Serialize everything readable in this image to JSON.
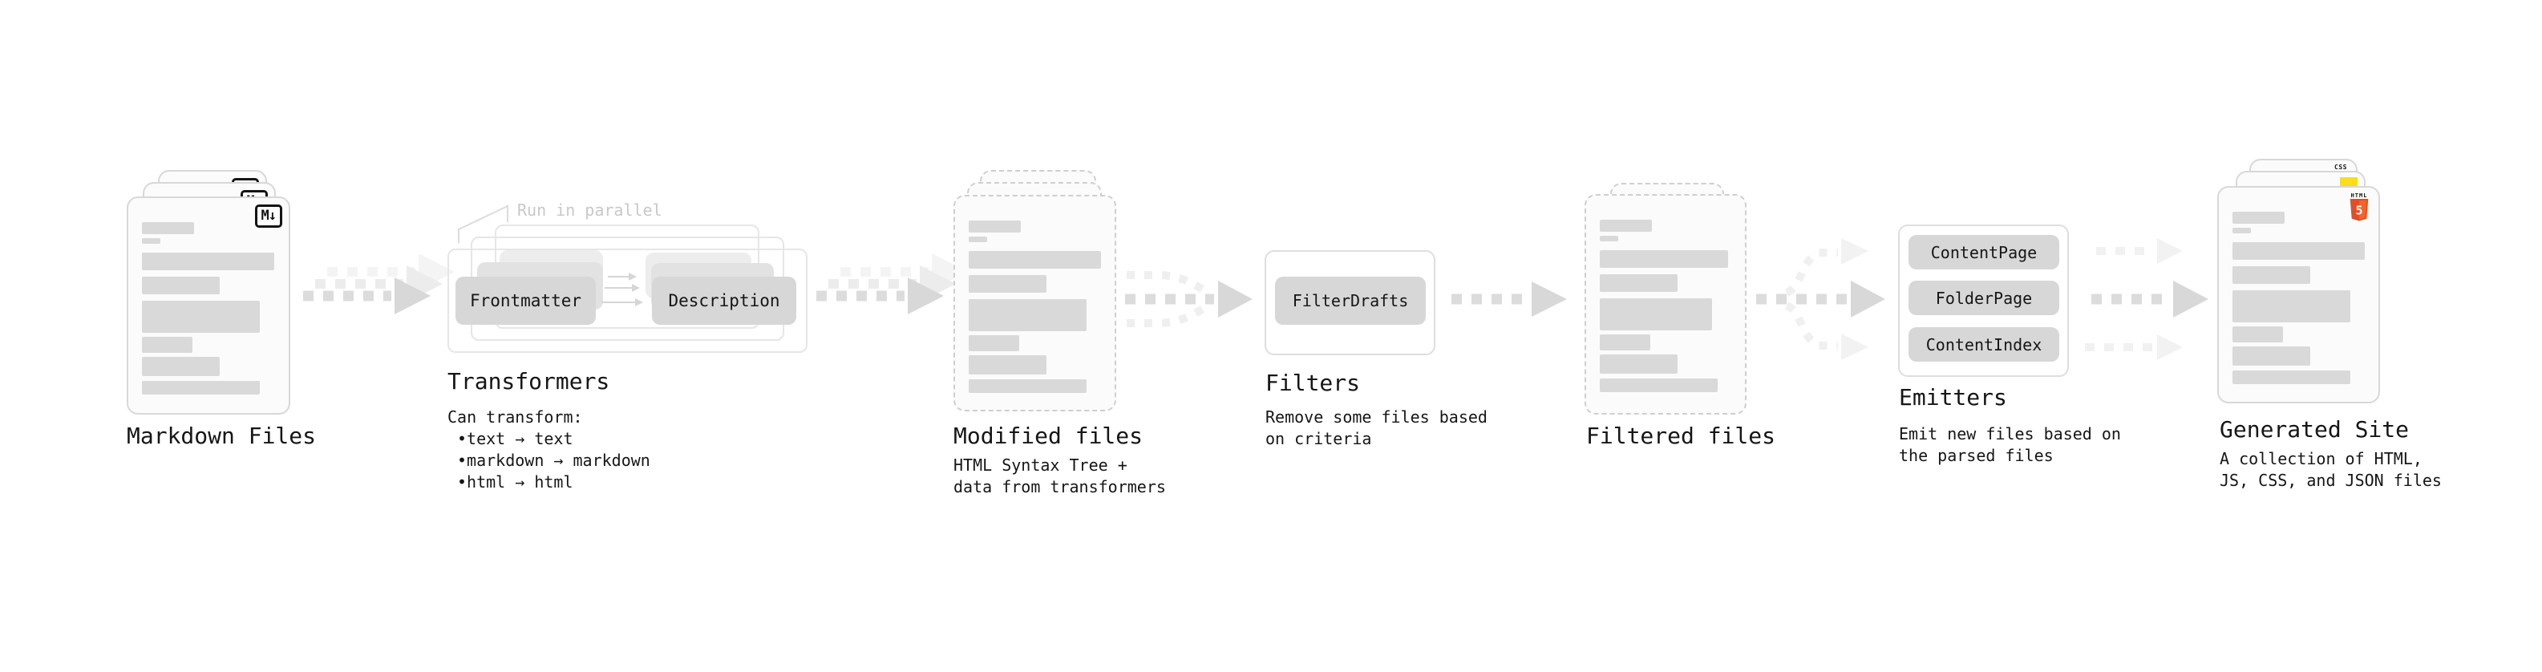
{
  "pipeline": {
    "markdown_files": {
      "label": "Markdown Files",
      "file_badge": "M↓"
    },
    "transformers": {
      "label": "Transformers",
      "annotation": "Run in parallel",
      "transformer_boxes": [
        "Frontmatter",
        "Description"
      ],
      "note_title": "Can transform:",
      "note_bullets": [
        "text → text",
        "markdown → markdown",
        "html → html"
      ]
    },
    "modified_files": {
      "label": "Modified files",
      "note": "HTML Syntax Tree +\ndata from transformers"
    },
    "filters": {
      "label": "Filters",
      "filter_boxes": [
        "FilterDrafts"
      ],
      "note": "Remove some files based\non criteria"
    },
    "filtered_files": {
      "label": "Filtered files"
    },
    "emitters": {
      "label": "Emitters",
      "emitter_boxes": [
        "ContentPage",
        "FolderPage",
        "ContentIndex"
      ],
      "note": "Emit new files based on\nthe parsed files"
    },
    "generated_site": {
      "label": "Generated Site",
      "note": "A collection of HTML,\nJS, CSS, and JSON files",
      "badges": {
        "html5_label": "HTML",
        "html5_number": "5",
        "css_label": "CSS"
      }
    }
  },
  "colors": {
    "background": "#ffffff",
    "card_fill": "#fbfbfb",
    "card_border": "#d8d8d8",
    "bar_fill": "#d9d9d9",
    "box_fill": "#d7d7d7",
    "container_border": "#e6e6e6",
    "arrow_dark": "#dcdcdc",
    "arrow_light": "#f1f1f1",
    "annotation_text": "#c8c8c8",
    "text": "#161616",
    "html5_orange": "#e44d26",
    "js_yellow": "#f7df1e",
    "css_blue": "#2965f1"
  }
}
